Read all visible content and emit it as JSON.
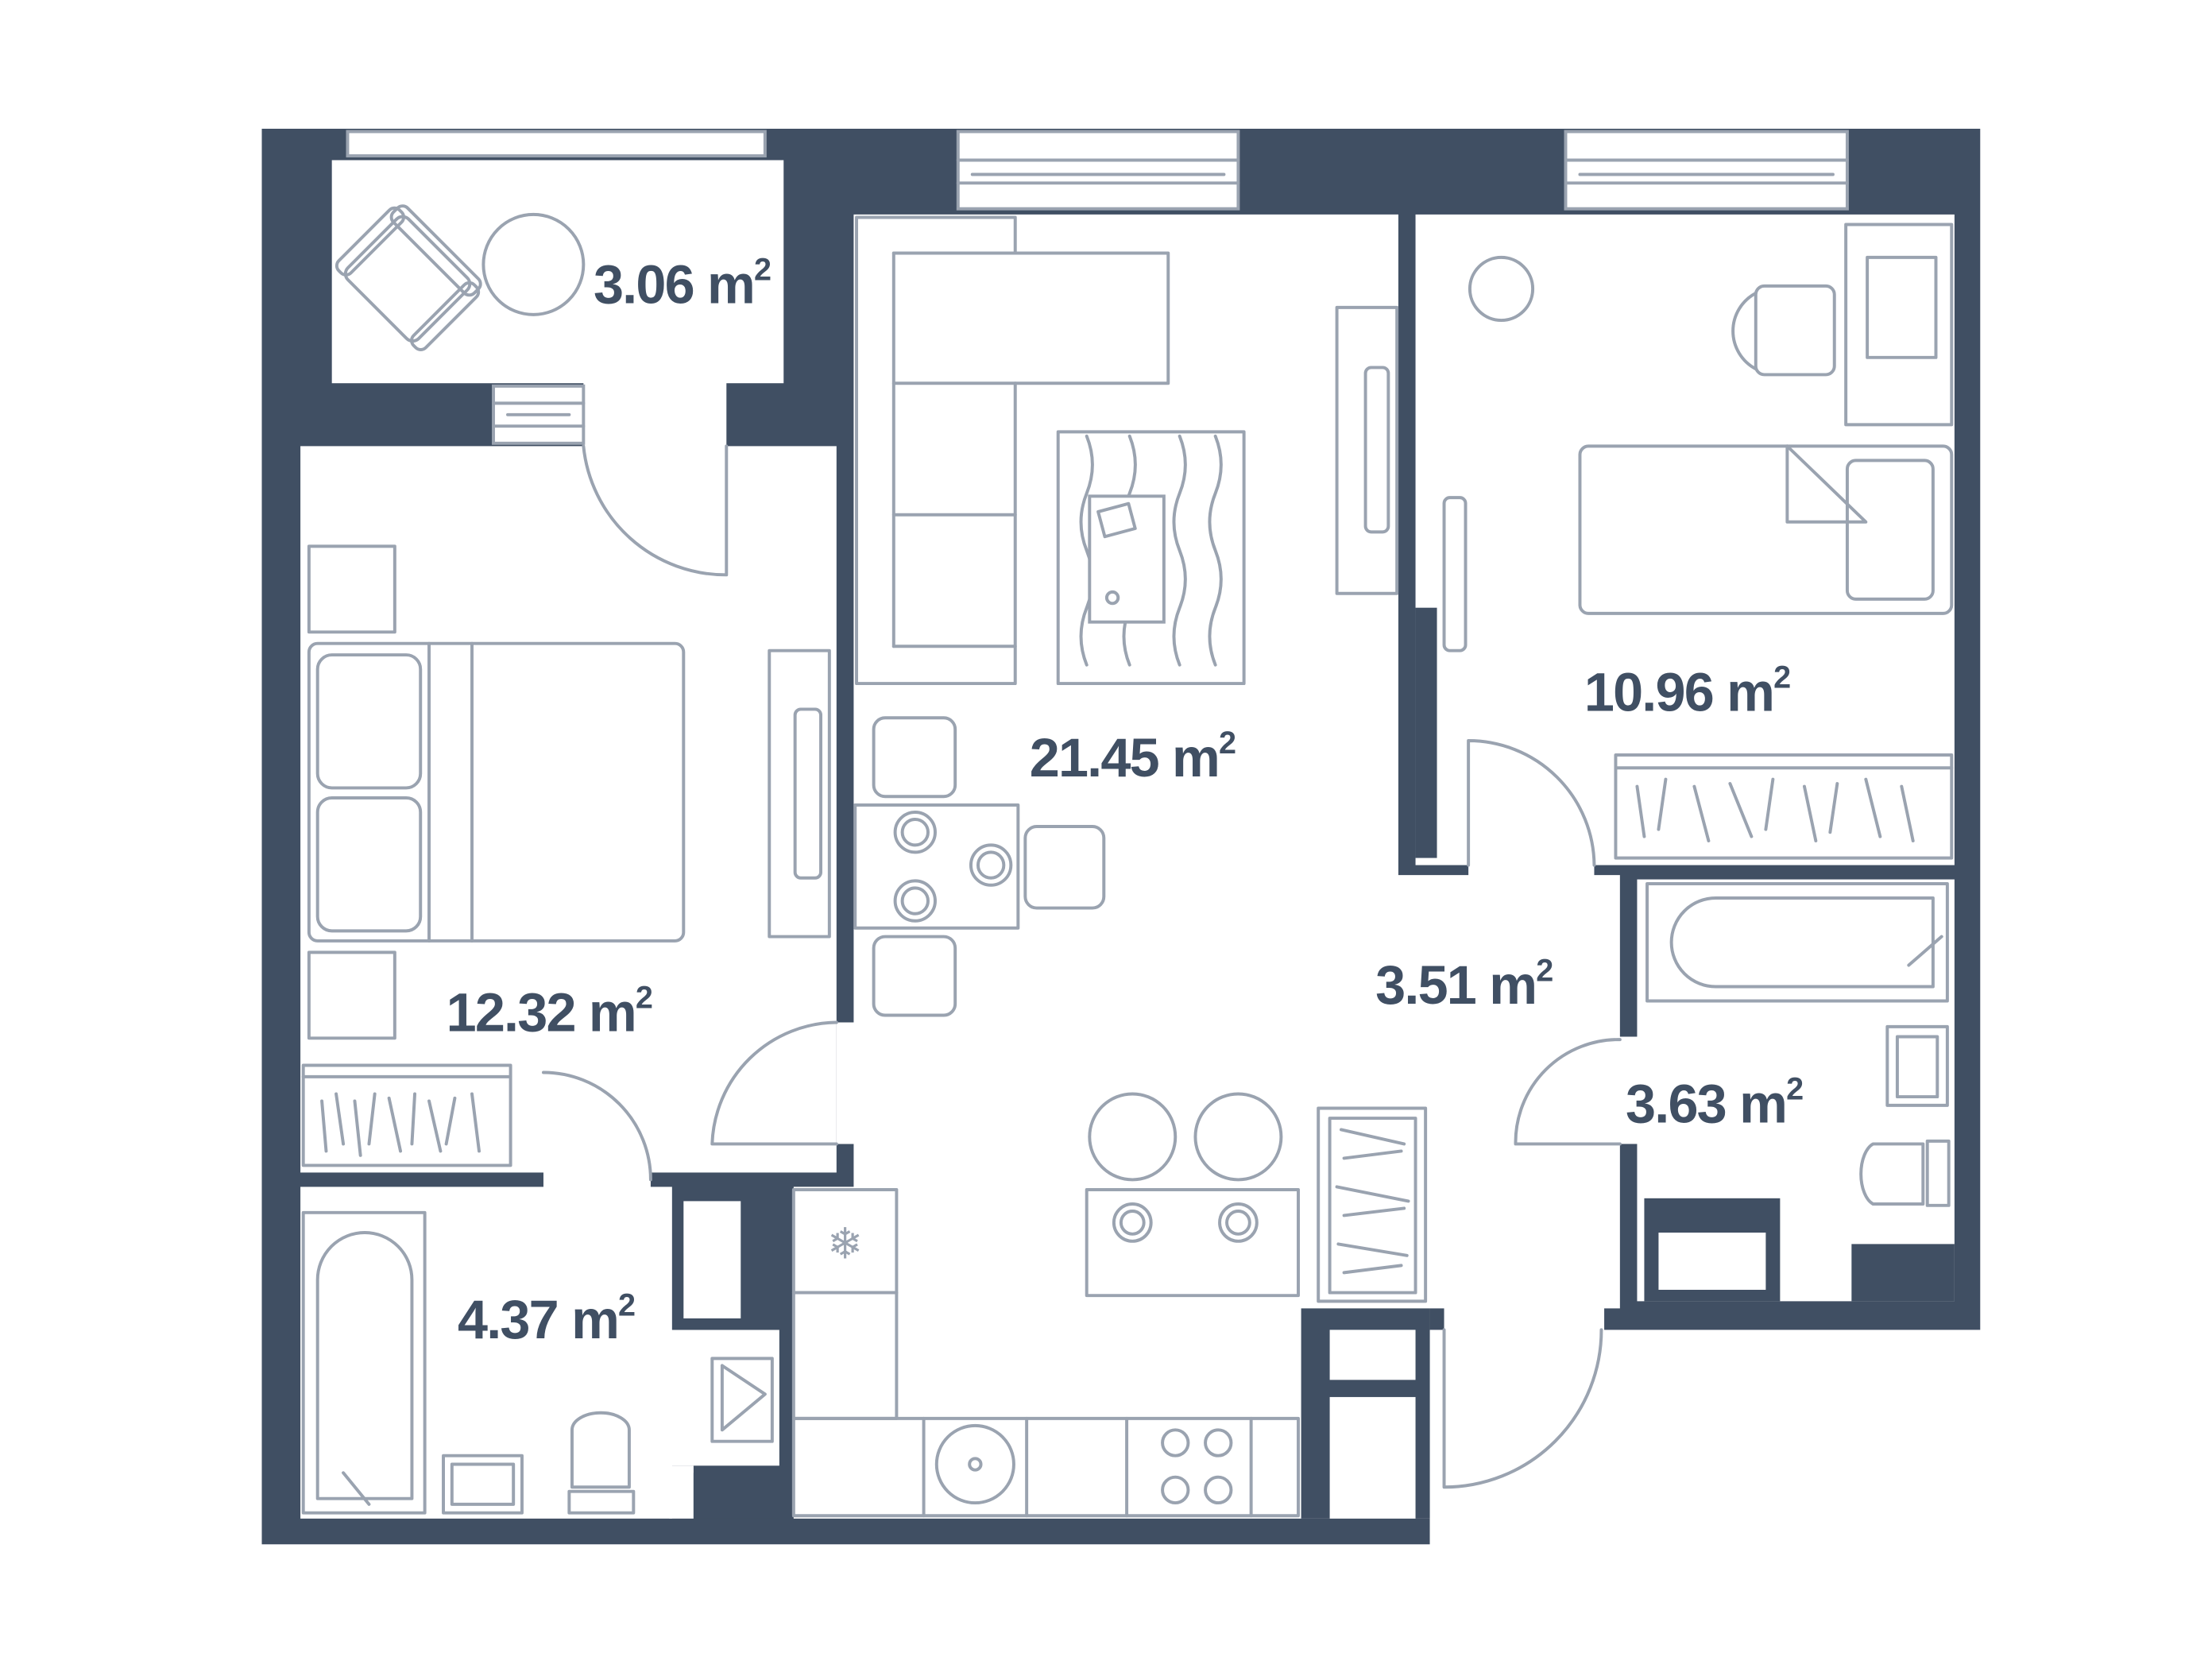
{
  "plan": {
    "colors": {
      "wall": "#404f63",
      "furniture": "#9aa3b0",
      "background": "#ffffff"
    },
    "rooms": [
      {
        "name": "balcony",
        "area": "3.06",
        "unit": "m",
        "sup": "2"
      },
      {
        "name": "living-kitchen",
        "area": "21.45",
        "unit": "m",
        "sup": "2"
      },
      {
        "name": "bedroom-right",
        "area": "10.96",
        "unit": "m",
        "sup": "2"
      },
      {
        "name": "bedroom-left",
        "area": "12.32",
        "unit": "m",
        "sup": "2"
      },
      {
        "name": "hallway",
        "area": "3.51",
        "unit": "m",
        "sup": "2"
      },
      {
        "name": "bathroom-right",
        "area": "3.63",
        "unit": "m",
        "sup": "2"
      },
      {
        "name": "bathroom-left",
        "area": "4.37",
        "unit": "m",
        "sup": "2"
      }
    ]
  }
}
